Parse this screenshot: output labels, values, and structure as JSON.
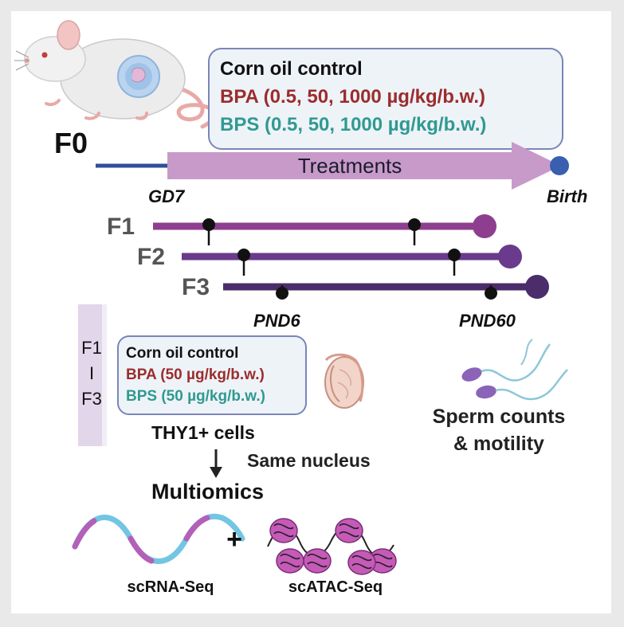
{
  "generation_f0": "F0",
  "treatment_box": {
    "control": "Corn oil control",
    "bpa": "BPA (0.5, 50, 1000 µg/kg/b.w.)",
    "bps": "BPS (0.5, 50, 1000 µg/kg/b.w.)"
  },
  "treatments_label": "Treatments",
  "gd7_label": "GD7",
  "birth_label": "Birth",
  "generations": [
    {
      "label": "F1",
      "color": "#8e3e8e"
    },
    {
      "label": "F2",
      "color": "#6a3a8c"
    },
    {
      "label": "F3",
      "color": "#4a2d6a"
    }
  ],
  "pnd6_label": "PND6",
  "pnd60_label": "PND60",
  "side_bracket": {
    "top": "F1",
    "mid": "I",
    "bottom": "F3"
  },
  "lower_box": {
    "control": "Corn oil control",
    "bpa": "BPA (50 µg/kg/b.w.)",
    "bps": "BPS (50 µg/kg/b.w.)"
  },
  "cells_label": "THY1+ cells",
  "same_nucleus_label": "Same nucleus",
  "multiomics_label": "Multiomics",
  "plus_label": "+",
  "scrna_label": "scRNA-Seq",
  "scatac_label": "scATAC-Seq",
  "sperm_line1": "Sperm counts",
  "sperm_line2": "& motility",
  "colors": {
    "bpa": "#9b2d2d",
    "bps": "#2f9a91",
    "f0_line": "#2f4f9a",
    "arrow": "#c79ac9",
    "box_border": "#7a86b8",
    "box_fill": "#eef3f8"
  },
  "icons": [
    "mouse-icon",
    "testis-icon",
    "sperm-icon",
    "rna-icon",
    "chromatin-icon",
    "down-arrow-icon"
  ]
}
